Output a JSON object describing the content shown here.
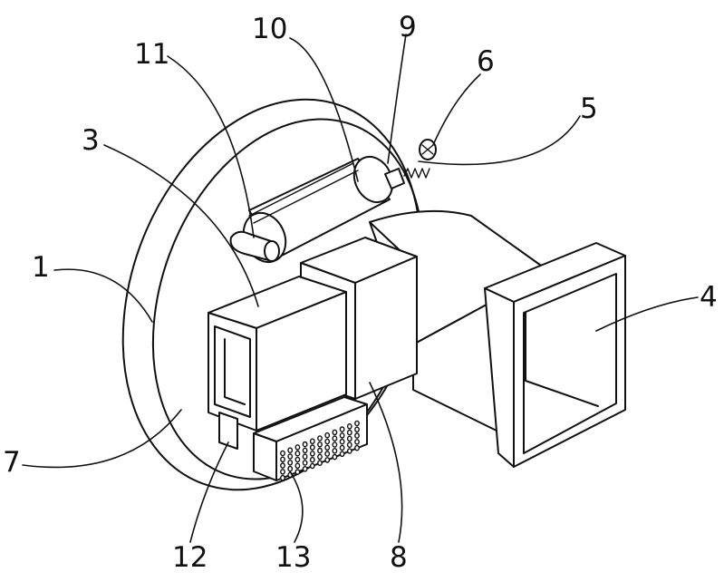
{
  "diagram": {
    "callouts": [
      {
        "id": "c10",
        "text": "10"
      },
      {
        "id": "c9",
        "text": "9"
      },
      {
        "id": "c11",
        "text": "11"
      },
      {
        "id": "c6",
        "text": "6"
      },
      {
        "id": "c5",
        "text": "5"
      },
      {
        "id": "c3",
        "text": "3"
      },
      {
        "id": "c1",
        "text": "1"
      },
      {
        "id": "c4",
        "text": "4"
      },
      {
        "id": "c7",
        "text": "7"
      },
      {
        "id": "c12",
        "text": "12"
      },
      {
        "id": "c13",
        "text": "13"
      },
      {
        "id": "c8",
        "text": "8"
      }
    ]
  }
}
